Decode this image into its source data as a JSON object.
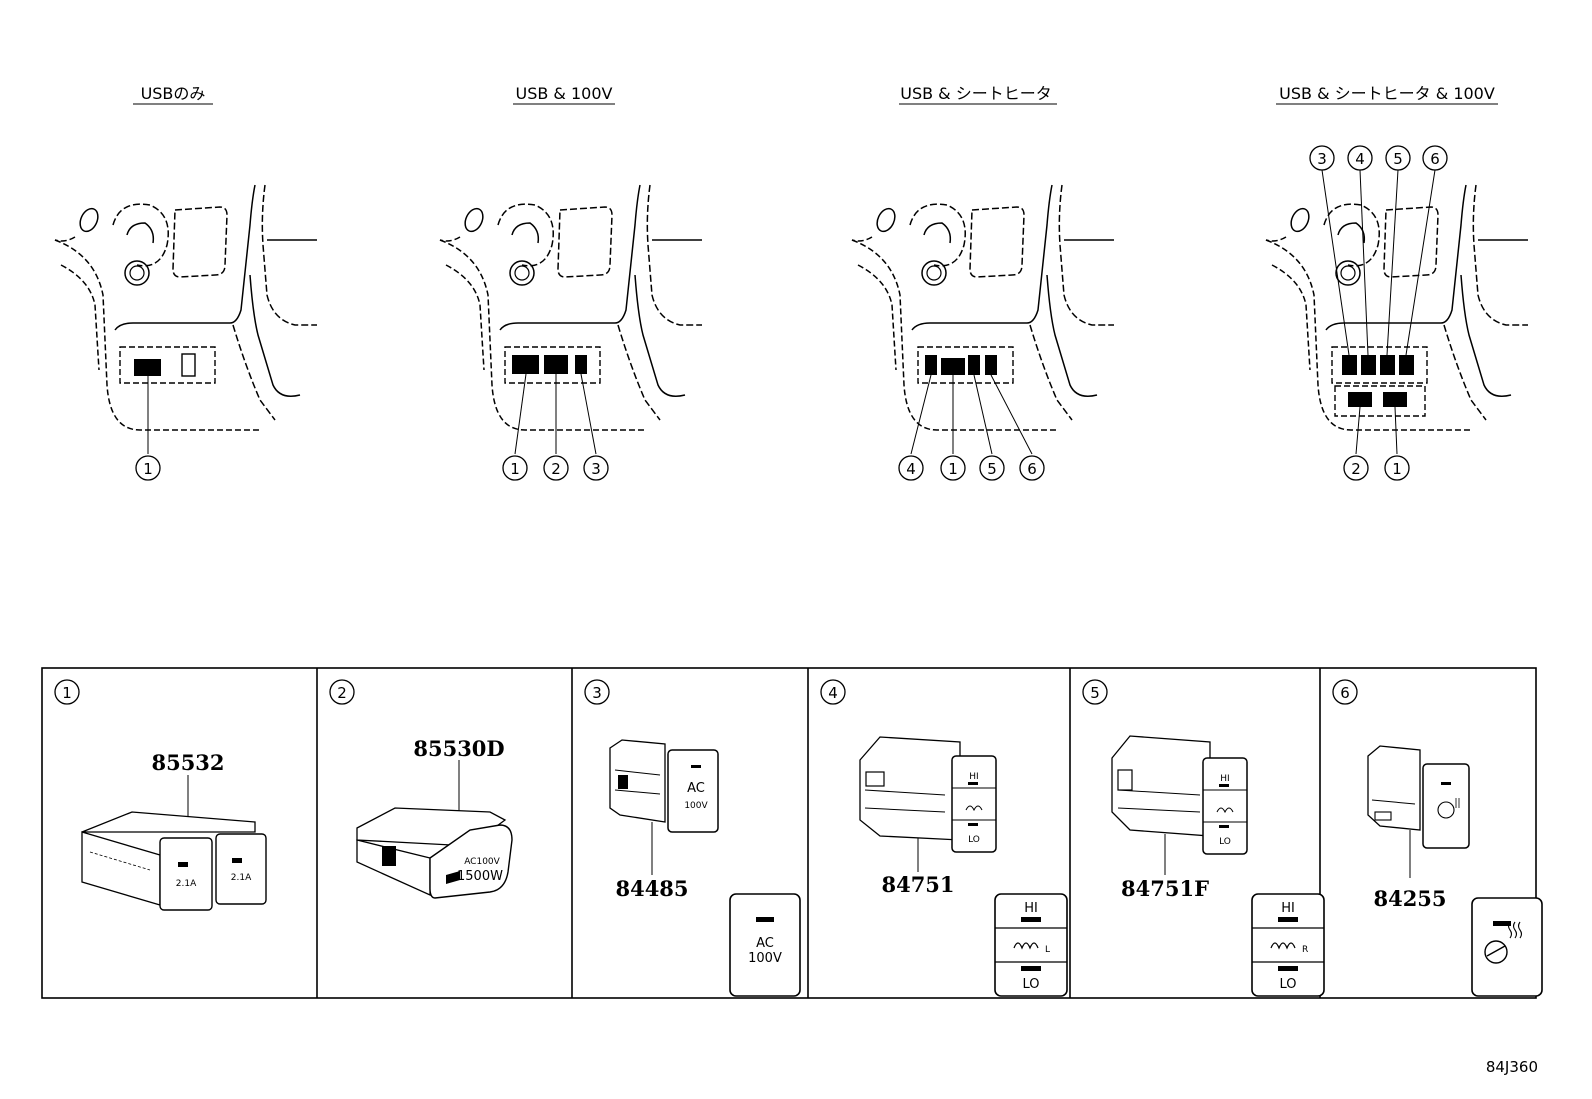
{
  "configs": [
    {
      "title": "USBのみ",
      "callouts": [
        "1"
      ]
    },
    {
      "title": "USB & 100V",
      "callouts": [
        "1",
        "2",
        "3"
      ]
    },
    {
      "title": "USB & シートヒータ",
      "callouts": [
        "4",
        "1",
        "5",
        "6"
      ]
    },
    {
      "title": "USB & シートヒータ & 100V",
      "callouts_top": [
        "3",
        "4",
        "5",
        "6"
      ],
      "callouts_bottom": [
        "2",
        "1"
      ]
    }
  ],
  "parts": [
    {
      "index": "1",
      "number": "85532",
      "face_labels": [
        "2.1A",
        "2.1A"
      ]
    },
    {
      "index": "2",
      "number": "85530D",
      "face_labels": [
        "AC100V",
        "1500W"
      ]
    },
    {
      "index": "3",
      "number": "84485",
      "face_labels": [
        "AC",
        "100V"
      ],
      "detail_labels": [
        "AC",
        "100V"
      ]
    },
    {
      "index": "4",
      "number": "84751",
      "face_labels": [
        "HI",
        "LO"
      ],
      "detail_labels": [
        "HI",
        "L",
        "LO"
      ]
    },
    {
      "index": "5",
      "number": "84751F",
      "face_labels": [
        "HI",
        "LO"
      ],
      "detail_labels": [
        "HI",
        "R",
        "LO"
      ]
    },
    {
      "index": "6",
      "number": "84255"
    }
  ],
  "diagram_ref": "84J360"
}
